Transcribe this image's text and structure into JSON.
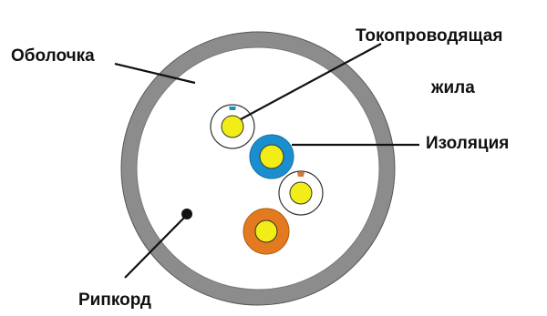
{
  "labels": {
    "sheath": "Оболочка",
    "conductor_line1": "Токопроводящая",
    "conductor_line2": "жила",
    "insulation": "Изоляция",
    "ripcord": "Рипкорд"
  },
  "colors": {
    "sheath": "#8c8c8c",
    "cable_interior": "#ffffff",
    "conductor": "#f2ec17",
    "insulation_blue": "#1a8fd0",
    "insulation_orange": "#e37a1f",
    "marker_blue": "#1a8fd0",
    "marker_orange": "#d07a3a",
    "outline": "#333333",
    "leader_line": "#111111"
  }
}
